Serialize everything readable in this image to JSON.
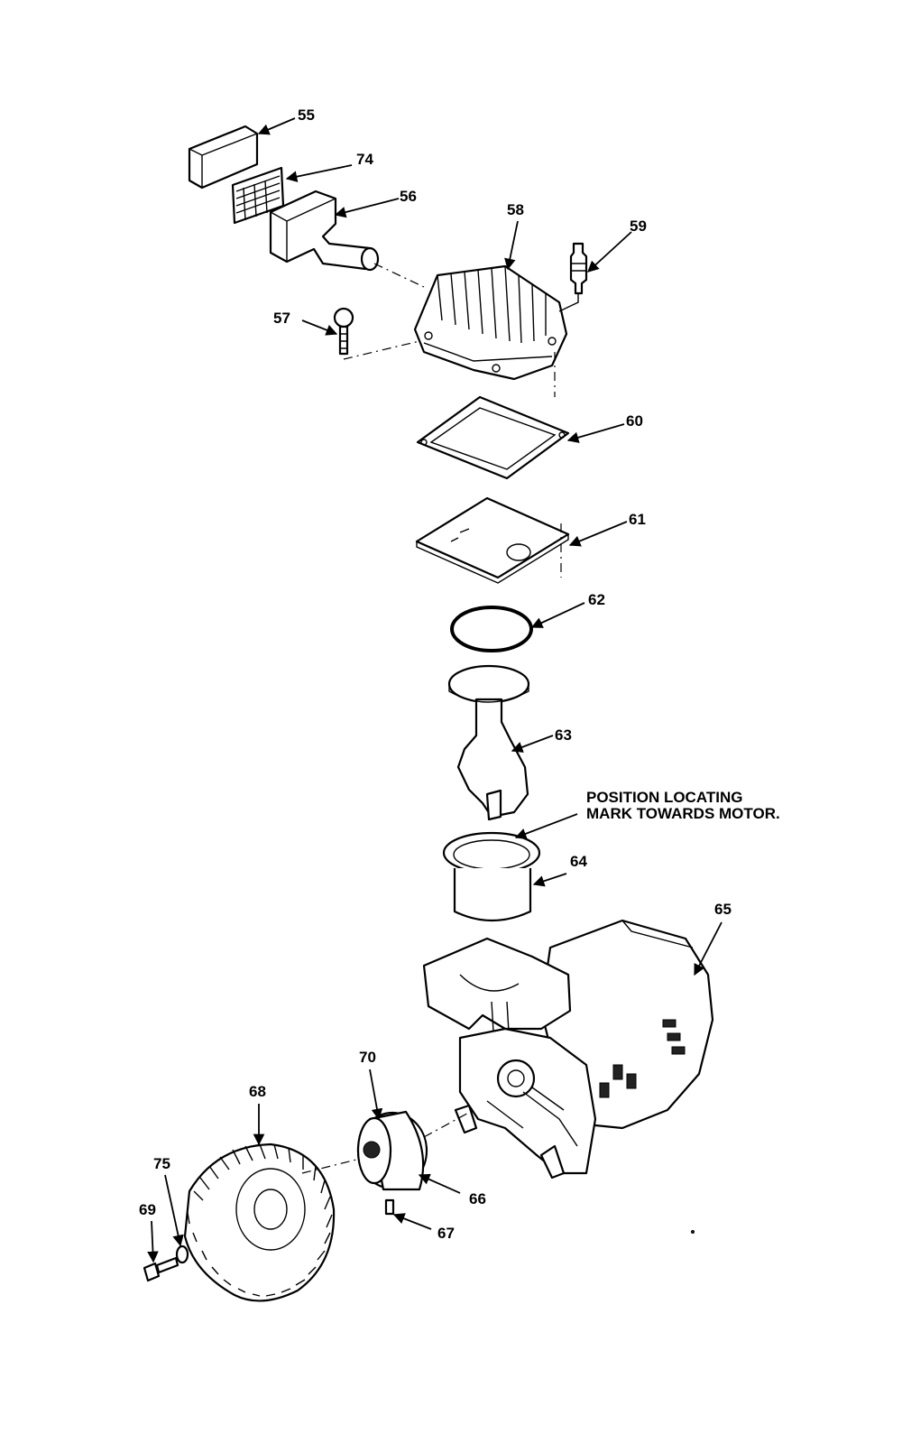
{
  "callouts": {
    "c55": "55",
    "c74": "74",
    "c56": "56",
    "c58": "58",
    "c59": "59",
    "c57": "57",
    "c60": "60",
    "c61": "61",
    "c62": "62",
    "c63": "63",
    "c64": "64",
    "c65": "65",
    "c70": "70",
    "c68": "68",
    "c75": "75",
    "c69": "69",
    "c66": "66",
    "c67": "67"
  },
  "note": {
    "line1": "POSITION LOCATING",
    "line2": "MARK TOWARDS MOTOR."
  }
}
